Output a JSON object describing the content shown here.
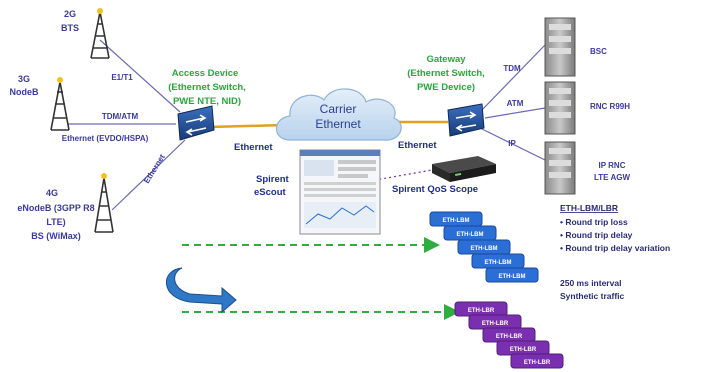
{
  "nodes": {
    "bts_2g": {
      "gen": "2G",
      "name": "BTS"
    },
    "nodeb_3g": {
      "gen": "3G",
      "name": "NodeB"
    },
    "enodeb_4g": {
      "gen": "4G",
      "line1": "eNodeB (3GPP R8",
      "line2": "LTE)",
      "line3": "BS (WiMax)"
    },
    "access_device": {
      "title": "Access Device",
      "line1": "(Ethernet Switch,",
      "line2": "PWE NTE, NID)"
    },
    "gateway": {
      "title": "Gateway",
      "line1": "(Ethernet Switch,",
      "line2": "PWE Device)"
    },
    "cloud": {
      "line1": "Carrier",
      "line2": "Ethernet"
    },
    "bsc": {
      "name": "BSC"
    },
    "rnc": {
      "name": "RNC R99H"
    },
    "ip_rnc": {
      "line1": "IP RNC",
      "line2": "LTE AGW"
    },
    "escout": {
      "line1": "Spirent",
      "line2": "eScout"
    },
    "qos_scope": {
      "name": "Spirent QoS Scope"
    }
  },
  "links": {
    "e1t1": "E1/T1",
    "tdm_atm": "TDM/ATM",
    "ethernet_evdo": "Ethernet (EVDO/HSPA)",
    "ethernet_4g": "Ethernet",
    "ethernet_left": "Ethernet",
    "ethernet_right": "Ethernet",
    "tdm": "TDM",
    "atm": "ATM",
    "ip": "IP"
  },
  "eth_lbm": {
    "title": "ETH-LBM/LBR",
    "bullets": [
      "• Round trip loss",
      "• Round trip delay",
      "• Round trip delay variation"
    ],
    "packet_label": "ETH-LBM"
  },
  "synthetic": {
    "line1": "250 ms interval",
    "line2": "Synthetic traffic",
    "packet_label": "ETH-LBR"
  },
  "colors": {
    "node_label": "#3a3aa0",
    "device_label": "#27a83a",
    "switch_blue": "#1e4f9a",
    "link_orange": "#e0a020",
    "cloud": "#cfe2f3",
    "lbm_packet": "#2b6fd6",
    "lbr_packet": "#7a2fb0",
    "arrow_green": "#2fae3f"
  }
}
